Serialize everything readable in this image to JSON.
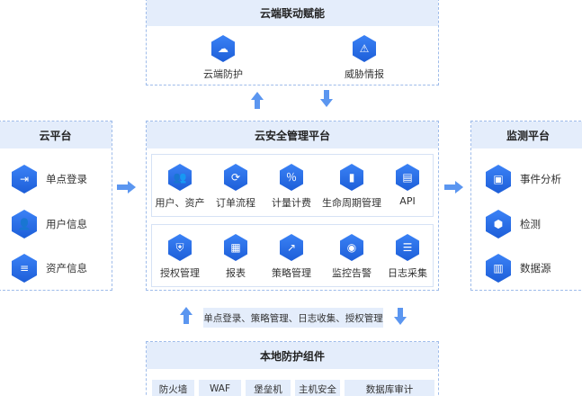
{
  "cloud_link": {
    "title": "云端联动赋能",
    "items": [
      {
        "label": "云端防护",
        "icon": "cloud-shield-icon"
      },
      {
        "label": "威胁情报",
        "icon": "alarm-light-icon"
      }
    ]
  },
  "cloud_platform": {
    "title": "云平台",
    "items": [
      {
        "label": "单点登录",
        "icon": "login-icon"
      },
      {
        "label": "用户信息",
        "icon": "user-icon"
      },
      {
        "label": "资产信息",
        "icon": "database-icon"
      }
    ]
  },
  "security_platform": {
    "title": "云安全管理平台",
    "row1": [
      {
        "label": "用户、资产",
        "icon": "user-asset-icon"
      },
      {
        "label": "订单流程",
        "icon": "order-flow-icon"
      },
      {
        "label": "计量计费",
        "icon": "billing-icon"
      },
      {
        "label": "生命周期管理",
        "icon": "lifecycle-icon"
      },
      {
        "label": "API",
        "icon": "api-icon"
      }
    ],
    "row2": [
      {
        "label": "授权管理",
        "icon": "authorization-icon"
      },
      {
        "label": "报表",
        "icon": "report-icon"
      },
      {
        "label": "策略管理",
        "icon": "policy-icon"
      },
      {
        "label": "监控告警",
        "icon": "camera-icon"
      },
      {
        "label": "日志采集",
        "icon": "log-icon"
      }
    ]
  },
  "monitor_platform": {
    "title": "监测平台",
    "items": [
      {
        "label": "事件分析",
        "icon": "event-analysis-icon"
      },
      {
        "label": "检测",
        "icon": "cube-detect-icon"
      },
      {
        "label": "数据源",
        "icon": "datasource-icon"
      }
    ]
  },
  "flow_label": "单点登录、策略管理、日志收集、授权管理",
  "local_components": {
    "title": "本地防护组件",
    "items": [
      "防火墙",
      "WAF",
      "堡垒机",
      "主机安全",
      "数据库审计"
    ]
  },
  "colors": {
    "accent": "#2563eb",
    "header_bg": "#e4edfb",
    "border": "#9fbcea",
    "arrow": "#5b96f0"
  }
}
